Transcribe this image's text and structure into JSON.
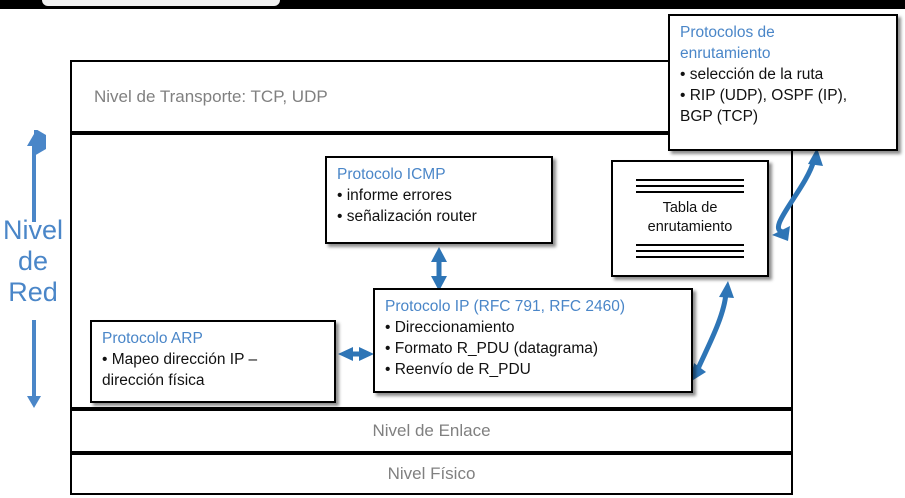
{
  "diagram": {
    "title_label": "Nivel de Red",
    "accent_blue": "#4a86c8",
    "layer_text_gray": "#808080",
    "border_black": "#000000"
  },
  "stack": {
    "transport": {
      "label": "Nivel de Transporte: TCP, UDP"
    },
    "network": {
      "label": "Nivel de Red"
    },
    "enlace": {
      "label": "Nivel de Enlace"
    },
    "fisico": {
      "label": "Nivel Físico"
    }
  },
  "side_label": {
    "line1": "Nivel",
    "line2": "de",
    "line3": "Red"
  },
  "callouts": {
    "routing": {
      "head_line1": "Protocolos de",
      "head_line2": "enrutamiento",
      "bullet1": "• selección de la ruta",
      "bullet2": "• RIP (UDP), OSPF (IP),",
      "bullet2_cont": "BGP (TCP)"
    },
    "icmp": {
      "head": "Protocolo ICMP",
      "bullet1": "• informe errores",
      "bullet2": "• señalización router"
    },
    "ip": {
      "head": "Protocolo IP (RFC 791, RFC 2460)",
      "bullet1": "• Direccionamiento",
      "bullet2": "• Formato R_PDU (datagrama)",
      "bullet3": "• Reenvío de R_PDU"
    },
    "arp": {
      "head": "Protocolo ARP",
      "bullet1": "• Mapeo dirección IP –",
      "bullet1_cont": "dirección física"
    },
    "routing_table": {
      "line1": "Tabla de",
      "line2": "enrutamiento",
      "rules_above": 3,
      "rules_below": 3
    }
  },
  "connectors": [
    {
      "name": "icmp-to-ip",
      "style": "double-headed-vertical"
    },
    {
      "name": "arp-to-ip",
      "style": "double-headed-horizontal"
    },
    {
      "name": "routing-protocols-to-table",
      "style": "double-headed-curved"
    },
    {
      "name": "ip-to-table",
      "style": "double-headed-curved"
    },
    {
      "name": "network-level-span",
      "style": "double-headed-vertical"
    }
  ]
}
